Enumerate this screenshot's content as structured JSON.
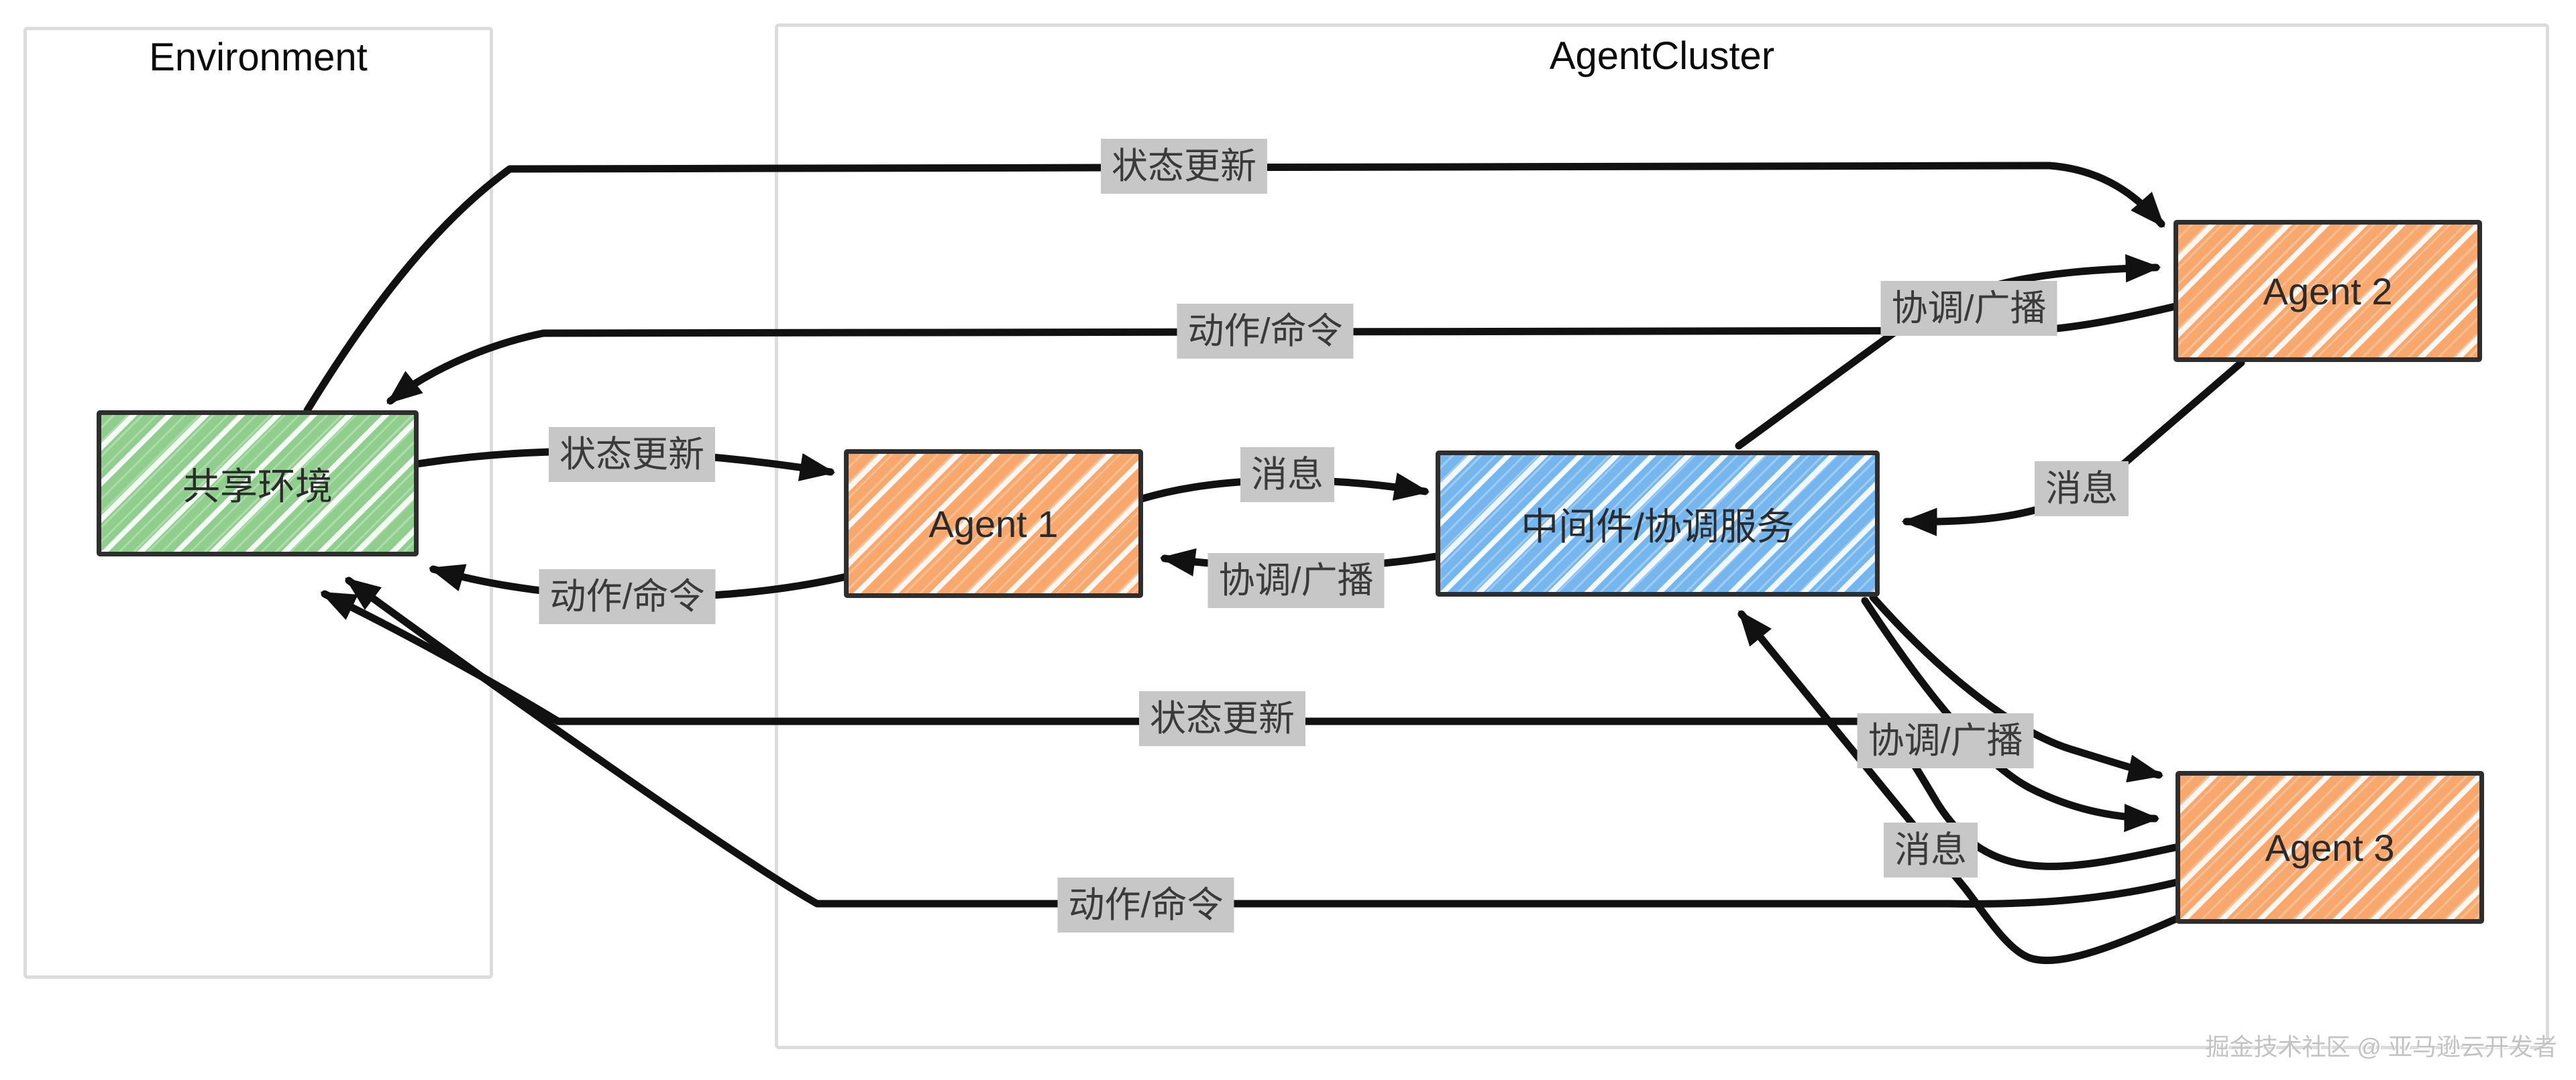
{
  "containers": {
    "environment": {
      "title": "Environment"
    },
    "agent_cluster": {
      "title": "AgentCluster"
    }
  },
  "nodes": {
    "shared_env": {
      "label": "共享环境"
    },
    "agent1": {
      "label": "Agent 1"
    },
    "agent2": {
      "label": "Agent 2"
    },
    "agent3": {
      "label": "Agent 3"
    },
    "middleware": {
      "label": "中间件/协调服务"
    }
  },
  "edges": [
    {
      "from": "shared_env",
      "to": "agent2",
      "label": "状态更新"
    },
    {
      "from": "agent2",
      "to": "shared_env",
      "label": "动作/命令"
    },
    {
      "from": "shared_env",
      "to": "agent1",
      "label": "状态更新"
    },
    {
      "from": "agent1",
      "to": "shared_env",
      "label": "动作/命令"
    },
    {
      "from": "agent1",
      "to": "middleware",
      "label": "消息"
    },
    {
      "from": "middleware",
      "to": "agent1",
      "label": "协调/广播"
    },
    {
      "from": "middleware",
      "to": "agent2",
      "label": "协调/广播"
    },
    {
      "from": "agent2",
      "to": "middleware",
      "label": "消息"
    },
    {
      "from": "middleware",
      "to": "agent3",
      "label": "协调/广播"
    },
    {
      "from": "agent3",
      "to": "middleware",
      "label": "消息"
    },
    {
      "from": "agent3",
      "to": "shared_env",
      "label": "状态更新"
    },
    {
      "from": "agent3",
      "to": "shared_env",
      "label": "动作/命令"
    }
  ],
  "watermark": "掘金技术社区 @ 亚马逊云开发者",
  "colors": {
    "green_fill": "#8fce8c",
    "orange_fill": "#f8a86c",
    "blue_fill": "#74b6ed",
    "node_border": "#2e2e2e",
    "container_border": "#dcdcdc",
    "edge_label_bg": "#c7c7c7",
    "arrow": "#111111",
    "watermark_text": "#c3c3c3"
  }
}
